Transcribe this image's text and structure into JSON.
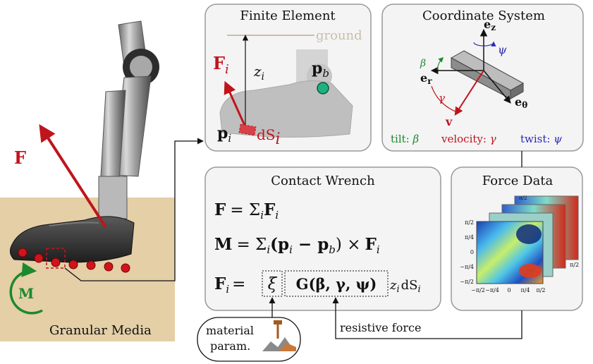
{
  "colors": {
    "red": "#c0141c",
    "green": "#1c8a2c",
    "blue": "#2a2ab8",
    "ground": "#c8bfa6",
    "sand": "#e4cfa7",
    "panel_fill": "#f7f7f7",
    "panel_stroke": "#9a9a9a"
  },
  "left": {
    "force_label": "F",
    "moment_label": "M",
    "media_label": "Granular Media"
  },
  "finite_element": {
    "title": "Finite Element",
    "ground_label": "ground",
    "force": "F",
    "force_sub": "i",
    "depth": "z",
    "depth_sub": "i",
    "pb": "p",
    "pb_sub": "b",
    "pi": "p",
    "pi_sub": "i",
    "area": "dS",
    "area_sub": "i"
  },
  "coordinate_system": {
    "title": "Coordinate System",
    "ez": "e",
    "ez_sub": "z",
    "er": "e",
    "er_sub": "r",
    "etheta": "e",
    "etheta_sub": "θ",
    "v": "v",
    "beta": "β",
    "gamma": "γ",
    "psi": "ψ",
    "tilt_label": "tilt:",
    "velocity_label": "velocity:",
    "twist_label": "twist:"
  },
  "contact_wrench": {
    "title": "Contact Wrench",
    "eq1_lhs": "F",
    "eq1_rhs": "= Σ",
    "eq1_sub": "i",
    "eq1_term": "F",
    "eq1_term_sub": "i",
    "eq2_lhs": "M",
    "eq2_rhs_a": "= Σ",
    "eq2_sub": "i",
    "eq2_paren": "(p",
    "eq2_paren_sub": "i",
    "eq2_minus": " − p",
    "eq2_minus_sub": "b",
    "eq2_close": ") ×",
    "eq2_term": "F",
    "eq2_term_sub": "i",
    "eq3_lhs": "F",
    "eq3_lhs_sub": "i",
    "eq3_eq": "=",
    "xi": "ξ",
    "g_term": "G(β, γ, ψ)",
    "z": "z",
    "z_sub": "i",
    "ds": "dS",
    "ds_sub": "i"
  },
  "force_data": {
    "title": "Force Data",
    "ticks_y": [
      "π/2",
      "π/4",
      "0",
      "−π/4",
      "−π/2"
    ],
    "ticks_x": [
      "−π/2",
      "−π/4",
      "0",
      "π/4",
      "π/2"
    ],
    "back_tick_top": "π/2",
    "back_tick_side": "π/2"
  },
  "bottom": {
    "material_line1": "material",
    "material_line2": "param.",
    "resistive": "resistive force"
  }
}
